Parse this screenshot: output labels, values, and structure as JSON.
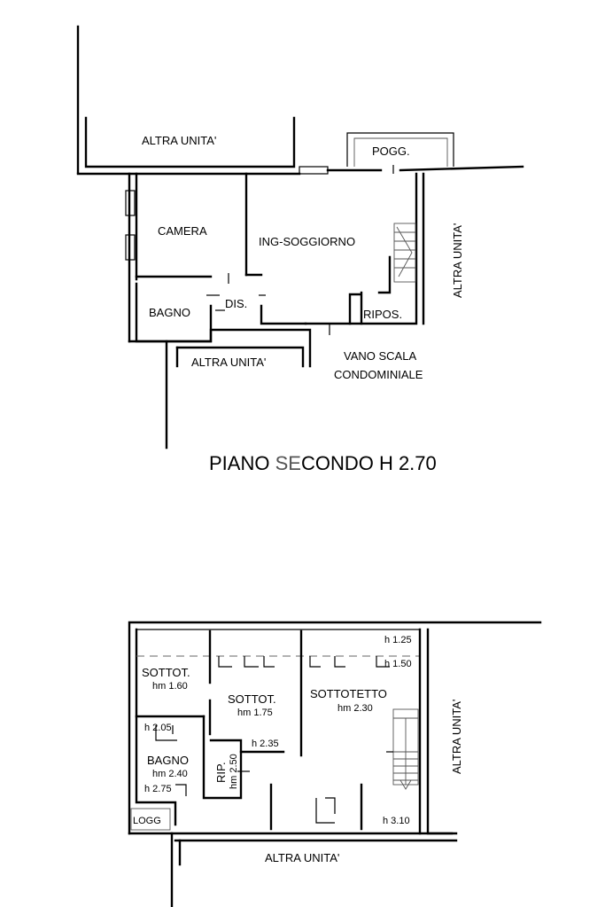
{
  "floor2": {
    "altra_unita_top": "ALTRA UNITA'",
    "pogg": "POGG.",
    "altra_unita_right": "ALTRA UNITA'",
    "camera": "CAMERA",
    "ing_soggiorno": "ING-SOGGIORNO",
    "bagno": "BAGNO",
    "dis": "DIS.",
    "ripos": "RIPOS.",
    "altra_unita_bottom": "ALTRA UNITA'",
    "vano_scala_1": "VANO SCALA",
    "vano_scala_2": "CONDOMINIALE",
    "title_a": "PIANO ",
    "title_b": "SE",
    "title_c": "CONDO H 2.70"
  },
  "attic": {
    "h125": "h 1.25",
    "h150": "h 1.50",
    "sottot_left": "SOTTOT.",
    "hm160": "hm 1.60",
    "sottot_mid": "SOTTOT.",
    "hm175": "hm 1.75",
    "sottotetto": "SOTTOTETTO",
    "hm230": "hm 2.30",
    "altra_unita_right": "ALTRA UNITA'",
    "h205": "h 2.05",
    "bagno": "BAGNO",
    "hm240": "hm 2.40",
    "h275": "h 2.75",
    "h235": "h 2.35",
    "rip": "RIP.",
    "hm250": "hm 2.50",
    "logg": "LOGG",
    "h310": "h 3.10",
    "altra_unita_bottom": "ALTRA UNITA'"
  },
  "colors": {
    "wall": "#000000",
    "title_accent": "#555555"
  }
}
